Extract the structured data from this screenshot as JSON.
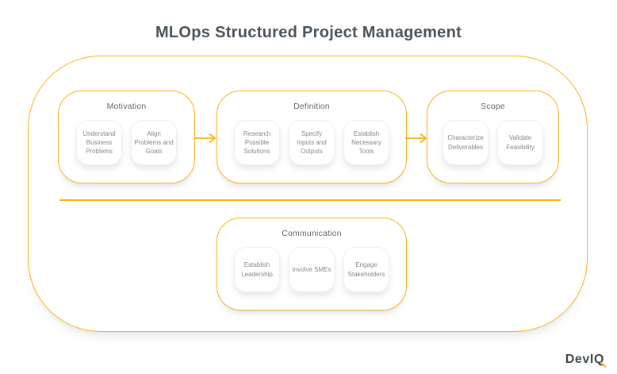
{
  "title": "MLOps Structured Project Management",
  "colors": {
    "accent": "#FBB215",
    "title_text": "#49525A",
    "group_label_text": "#5E686E",
    "card_text": "#82898F",
    "background": "#FFFFFF"
  },
  "groups": [
    {
      "label": "Motivation",
      "cards": [
        "Understand Business Problems",
        "Align Problems and Goals"
      ]
    },
    {
      "label": "Definition",
      "cards": [
        "Research Possible Solutions",
        "Specify Inputs and Outputs",
        "Establish Necessary Tools"
      ]
    },
    {
      "label": "Scope",
      "cards": [
        "Characterize Deliverables",
        "Validate Feasibility"
      ]
    },
    {
      "label": "Communication",
      "cards": [
        "Establish Leadership",
        "Involve SMEs",
        "Engage Stakeholders"
      ]
    }
  ],
  "flow": {
    "arrow_1": "Motivation to Definition",
    "arrow_2": "Definition to Scope"
  },
  "logo": {
    "part1": "Dev",
    "part2": "IQ"
  }
}
